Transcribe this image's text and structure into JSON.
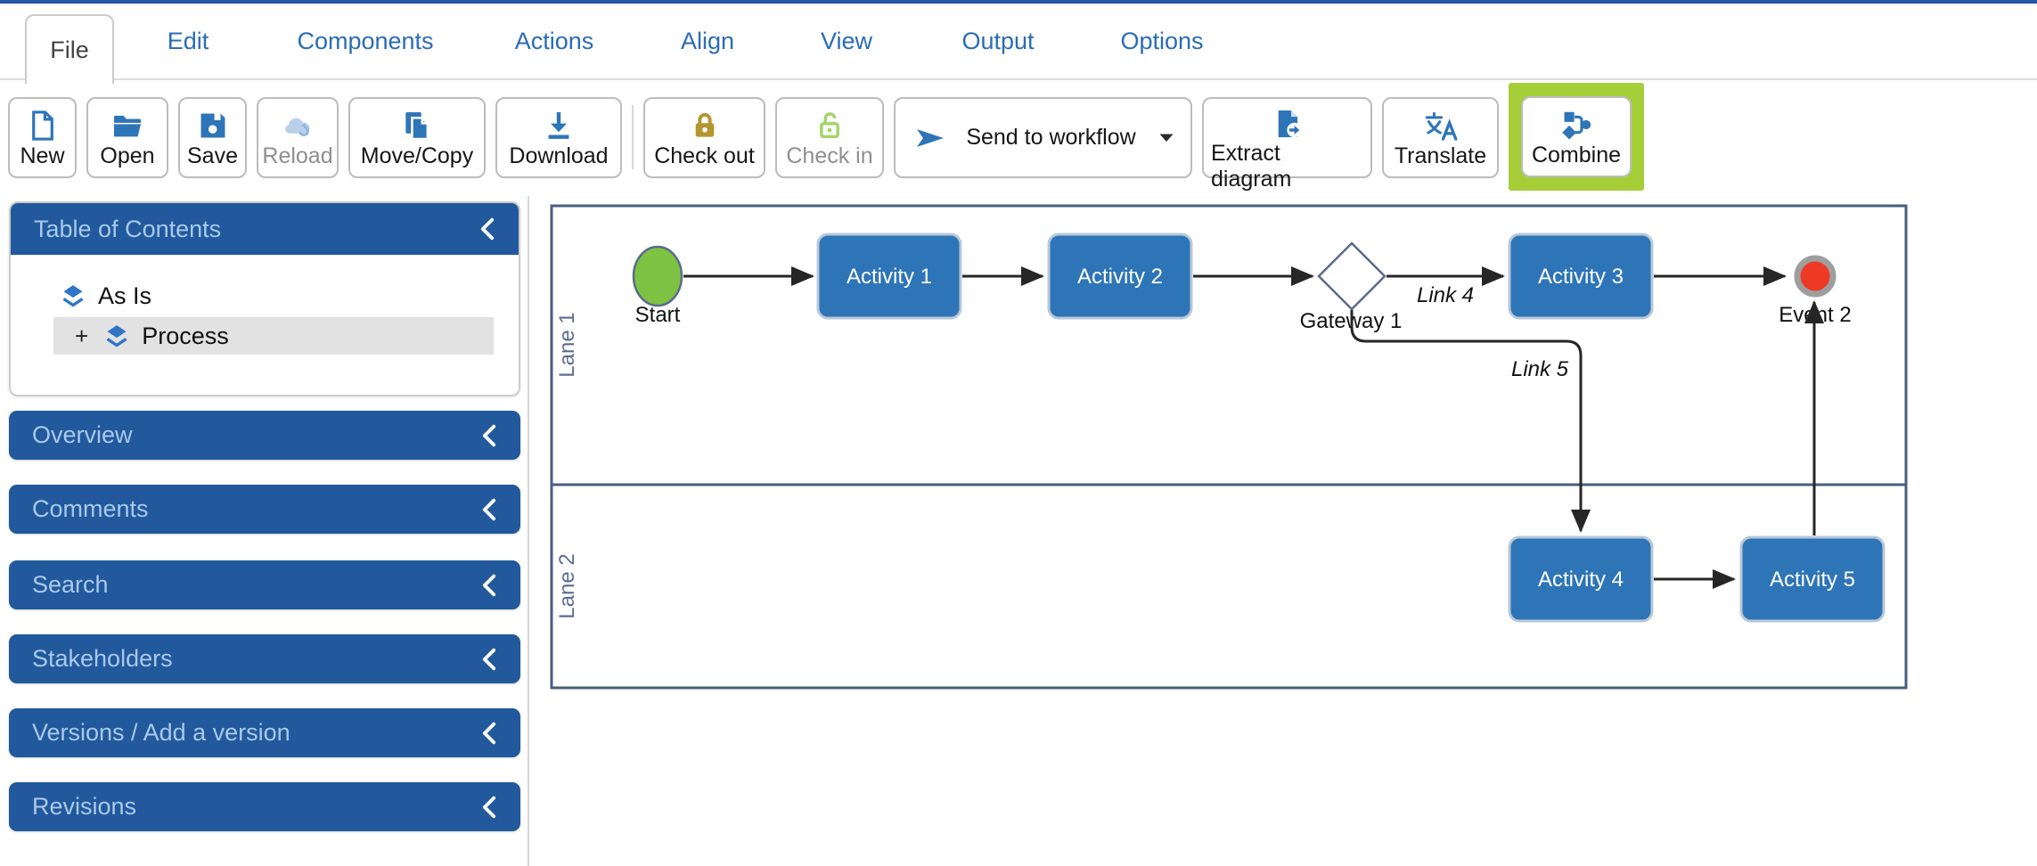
{
  "menu": {
    "tabs": [
      {
        "label": "File",
        "active": true
      },
      {
        "label": "Edit"
      },
      {
        "label": "Components"
      },
      {
        "label": "Actions"
      },
      {
        "label": "Align"
      },
      {
        "label": "View"
      },
      {
        "label": "Output"
      },
      {
        "label": "Options"
      }
    ]
  },
  "toolbar": {
    "buttons": [
      {
        "label": "New"
      },
      {
        "label": "Open"
      },
      {
        "label": "Save"
      },
      {
        "label": "Reload",
        "disabled": true
      },
      {
        "label": "Move/Copy"
      },
      {
        "label": "Download"
      },
      {
        "label": "Check out"
      },
      {
        "label": "Check in",
        "disabled": true
      },
      {
        "label": "Send to workflow",
        "has_dropdown": true
      },
      {
        "label": "Extract diagram"
      },
      {
        "label": "Translate"
      },
      {
        "label": "Combine",
        "highlighted": true
      }
    ]
  },
  "sidebar": {
    "toc": {
      "title": "Table of Contents",
      "items": [
        {
          "label": "As Is"
        },
        {
          "label": "Process",
          "expander": "+",
          "selected": true
        }
      ]
    },
    "panels": [
      {
        "title": "Overview"
      },
      {
        "title": "Comments"
      },
      {
        "title": "Search"
      },
      {
        "title": "Stakeholders"
      },
      {
        "title": "Versions / Add a version"
      },
      {
        "title": "Revisions"
      }
    ]
  },
  "diagram": {
    "lanes": [
      {
        "label": "Lane 1"
      },
      {
        "label": "Lane 2"
      }
    ],
    "nodes": {
      "start": "Start",
      "activity1": "Activity 1",
      "activity2": "Activity 2",
      "gateway1": "Gateway 1",
      "activity3": "Activity 3",
      "event2": "Event 2",
      "activity4": "Activity 4",
      "activity5": "Activity 5"
    },
    "links": {
      "link4": "Link 4",
      "link5": "Link 5"
    }
  },
  "colors": {
    "accent_blue": "#2e75b8",
    "panel_header_blue": "#21599c",
    "panel_header_text": "#a9c9ec",
    "menu_text_blue": "#2a6cb5",
    "top_bar_blue": "#2355a8",
    "canvas_border": "#4a5d7e",
    "lane_label": "#5b6d90",
    "activity_fill": "#2e75b8",
    "start_fill": "#7dc242",
    "event_fill": "#ee3a24",
    "event_ring": "#9e9e9e",
    "highlight_green": "#a6ce39",
    "checkout_gold": "#b5952f",
    "checkin_green": "#a5d46a",
    "disabled_text": "#8f8f8f",
    "selected_row_bg": "#e2e2e2"
  }
}
